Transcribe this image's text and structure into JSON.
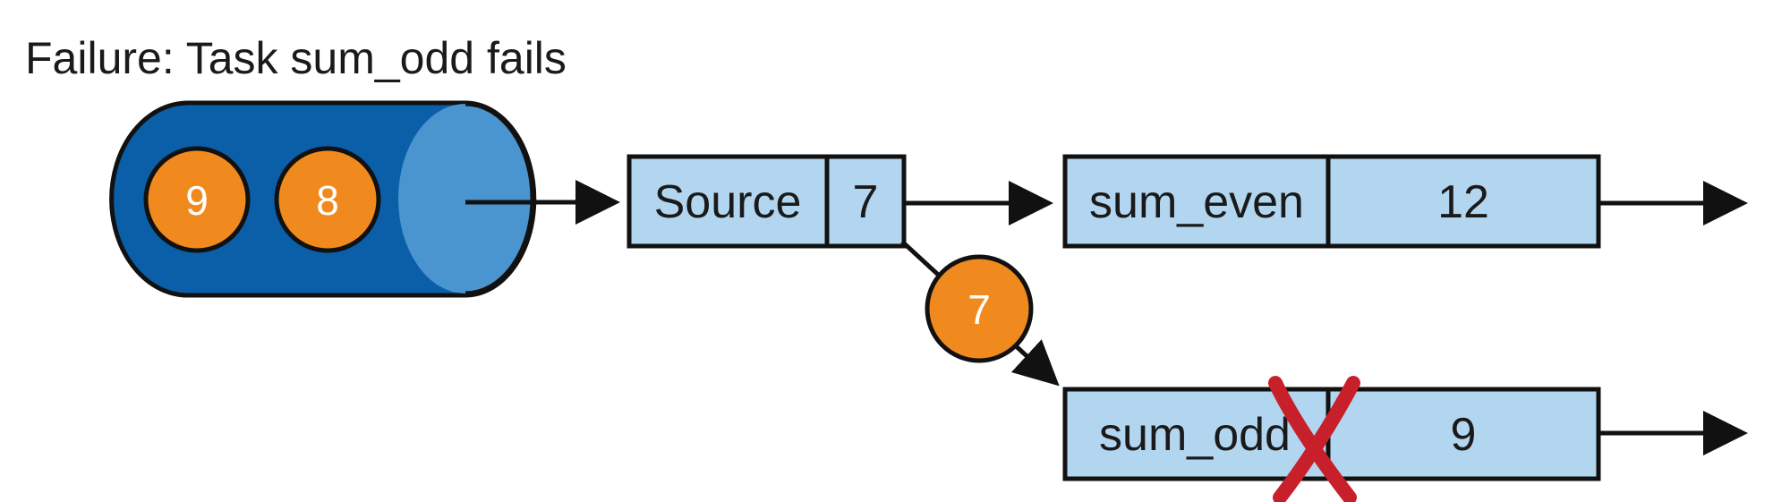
{
  "title": "Failure: Task sum_odd fails",
  "queue": {
    "items": [
      "9",
      "8"
    ]
  },
  "source": {
    "label": "Source",
    "value": "7"
  },
  "in_flight": {
    "value": "7"
  },
  "tasks": [
    {
      "label": "sum_even",
      "value": "12",
      "failed": false
    },
    {
      "label": "sum_odd",
      "value": "9",
      "failed": true
    }
  ],
  "colors": {
    "queue_dark": "#0a5fa8",
    "queue_light": "#4a95cf",
    "box_fill": "#b3d6f0",
    "ball": "#f08a1e",
    "fail_mark": "#c8202a"
  }
}
